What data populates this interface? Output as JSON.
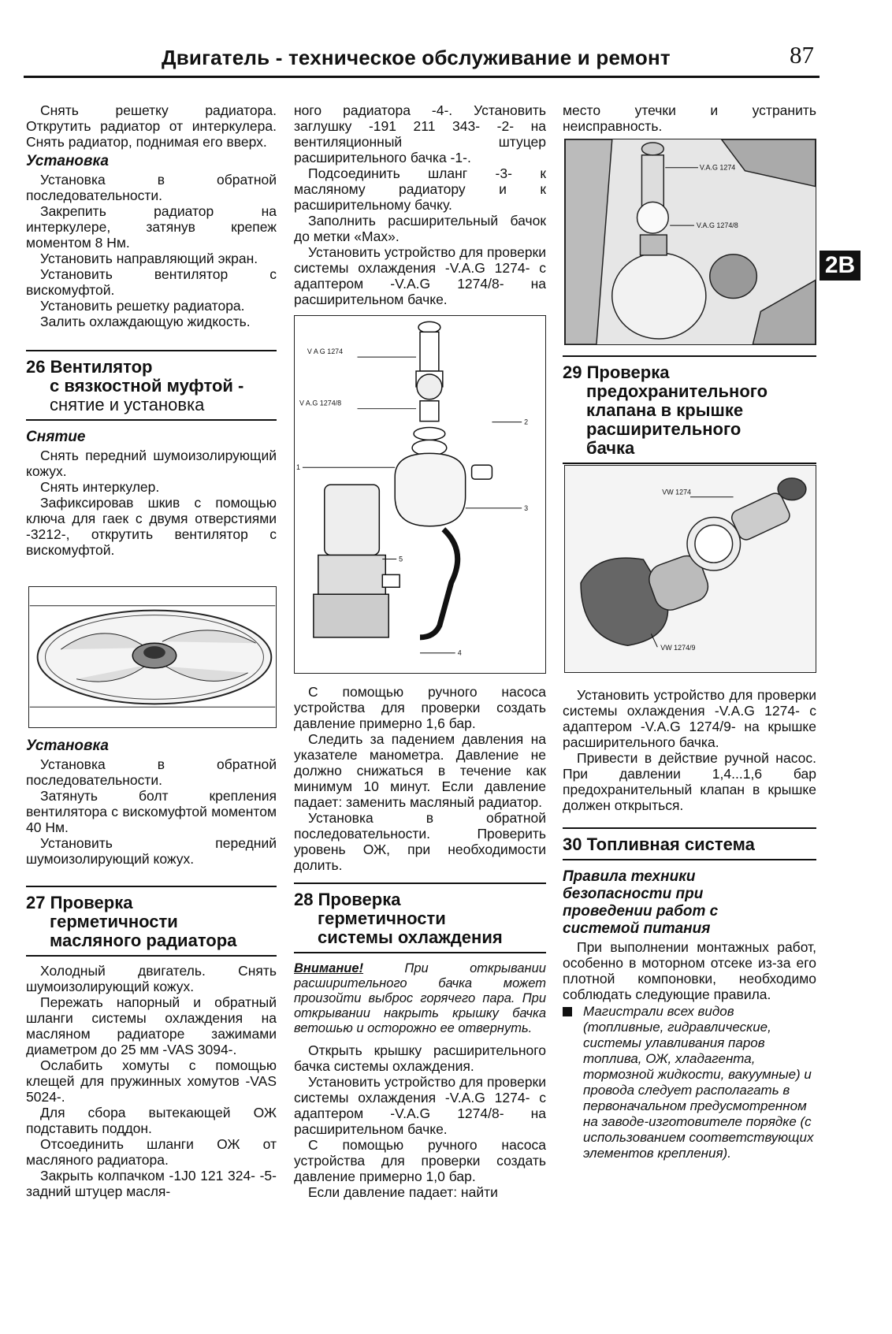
{
  "header": {
    "title": "Двигатель - техническое обслуживание и ремонт",
    "page_number": "87"
  },
  "side_tab": "2В",
  "col1": {
    "intro": "Снять решетку радиатора. Открутить радиатор от интеркулера. Снять радиатор, поднимая его вверх.",
    "install_heading": "Установка",
    "install_items": [
      "Установка в обратной последовательности.",
      "Закрепить радиатор на интеркулере, затянув крепеж моментом 8 Нм.",
      "Установить направляющий экран.",
      "Установить вентилятор с вискомуфтой.",
      "Установить решетку радиатора.",
      "Залить охлаждающую жидкость."
    ],
    "s26": {
      "num": "26",
      "line1": "Вентилятор",
      "line2": "с вязкостной муфтой -",
      "line3": "снятие и установка"
    },
    "removal_heading": "Снятие",
    "removal_items": [
      "Снять передний шумоизолирующий кожух.",
      "Снять интеркулер.",
      "Зафиксировав шкив с помощью ключа для гаек с двумя отверстиями -3212-, открутить вентилятор с вискомуфтой."
    ],
    "install2_heading": "Установка",
    "install2_items": [
      "Установка в обратной последовательности.",
      "Затянуть болт крепления вентилятора с вискомуфтой моментом 40 Нм.",
      "Установить передний шумоизолирующий кожух."
    ],
    "s27": {
      "num": "27",
      "line1": "Проверка",
      "line2": "герметичности",
      "line3": "масляного радиатора"
    },
    "s27_items": [
      "Холодный двигатель. Снять шумоизолирующий кожух.",
      "Пережать напорный и обратный шланги системы охлаждения на масляном радиаторе зажимами диаметром до 25 мм -VAS 3094-.",
      "Ослабить хомуты с помощью клещей для пружинных хомутов -VAS 5024-.",
      "Для сбора вытекающей ОЖ подставить поддон.",
      "Отсоединить шланги ОЖ от масляного радиатора.",
      "Закрыть колпачком -1J0 121 324- -5- задний штуцер масля-"
    ]
  },
  "col2": {
    "items_top": [
      "ного радиатора -4-. Установить заглушку -191 211 343- -2- на вентиляционный штуцер расширительного бачка -1-.",
      "Подсоединить шланг -3- к масляному радиатору и к расширительному бачку.",
      "Заполнить расширительный бачок до метки «Max».",
      "Установить устройство для проверки системы охлаждения -V.A.G 1274- с адаптером -V.A.G 1274/8- на расширительном бачке."
    ],
    "figure_labels": {
      "tool1": "V A G 1274",
      "tool2": "V A.G 1274/8",
      "n1": "1",
      "n2": "2",
      "n3": "3",
      "n4": "4",
      "n5": "5"
    },
    "items_mid": [
      "С помощью ручного насоса устройства для проверки создать давление примерно 1,6 бар.",
      "Следить за падением давления на указателе манометра. Давление не должно снижаться в течение как минимум 10 минут. Если давление падает: заменить масляный радиатор.",
      "Установка в обратной последовательности. Проверить уровень ОЖ, при необходимости долить."
    ],
    "s28": {
      "num": "28",
      "line1": "Проверка",
      "line2": "герметичности",
      "line3": "системы охлаждения"
    },
    "warning_label": "Внимание!",
    "warning_text": "При открывании расширительного бачка может произойти выброс горячего пара. При открывании накрыть крышку бачка ветошью и осторожно ее отвернуть.",
    "items_bottom": [
      "Открыть крышку расширительного бачка системы охлаждения.",
      "Установить устройство для проверки системы охлаждения -V.A.G 1274- с адаптером -V.A.G 1274/8- на расширительном бачке.",
      "С помощью ручного насоса устройства для проверки создать давление примерно 1,0 бар.",
      "Если давление падает: найти"
    ]
  },
  "col3": {
    "intro": "место утечки и устранить неисправность.",
    "photo1_labels": {
      "a": "V.A.G 1274",
      "b": "V.A.G 1274/8"
    },
    "s29": {
      "num": "29",
      "line1": "Проверка",
      "line2": "предохранительного",
      "line3": "клапана в крышке",
      "line4": "расширительного",
      "line5": "бачка"
    },
    "photo2_labels": {
      "a": "VW 1274",
      "b": "VW 1274/9"
    },
    "items": [
      "Установить устройство для проверки системы охлаждения -V.A.G 1274- с адаптером -V.A.G 1274/9- на крышке расширительного бачка.",
      "Привести в действие ручной насос. При давлении 1,4...1,6 бар предохранительный клапан в крышке должен открыться."
    ],
    "s30": {
      "num": "30",
      "title": "Топливная система"
    },
    "safety_heading": "Правила техники безопасности при проведении работ с системой питания",
    "safety_intro": "При выполнении монтажных работ, особенно в моторном отсеке из-за его плотной компоновки, необходимо соблюдать следующие правила.",
    "bullet": "Магистрали всех видов (топливные, гидравлические, системы улавливания паров топлива, ОЖ, хладагента, тормозной жидкости, вакуумные) и провода следует располагать в первоначальном предусмотренном на заводе-изготовителе порядке (с использованием соответствующих элементов крепления)."
  }
}
